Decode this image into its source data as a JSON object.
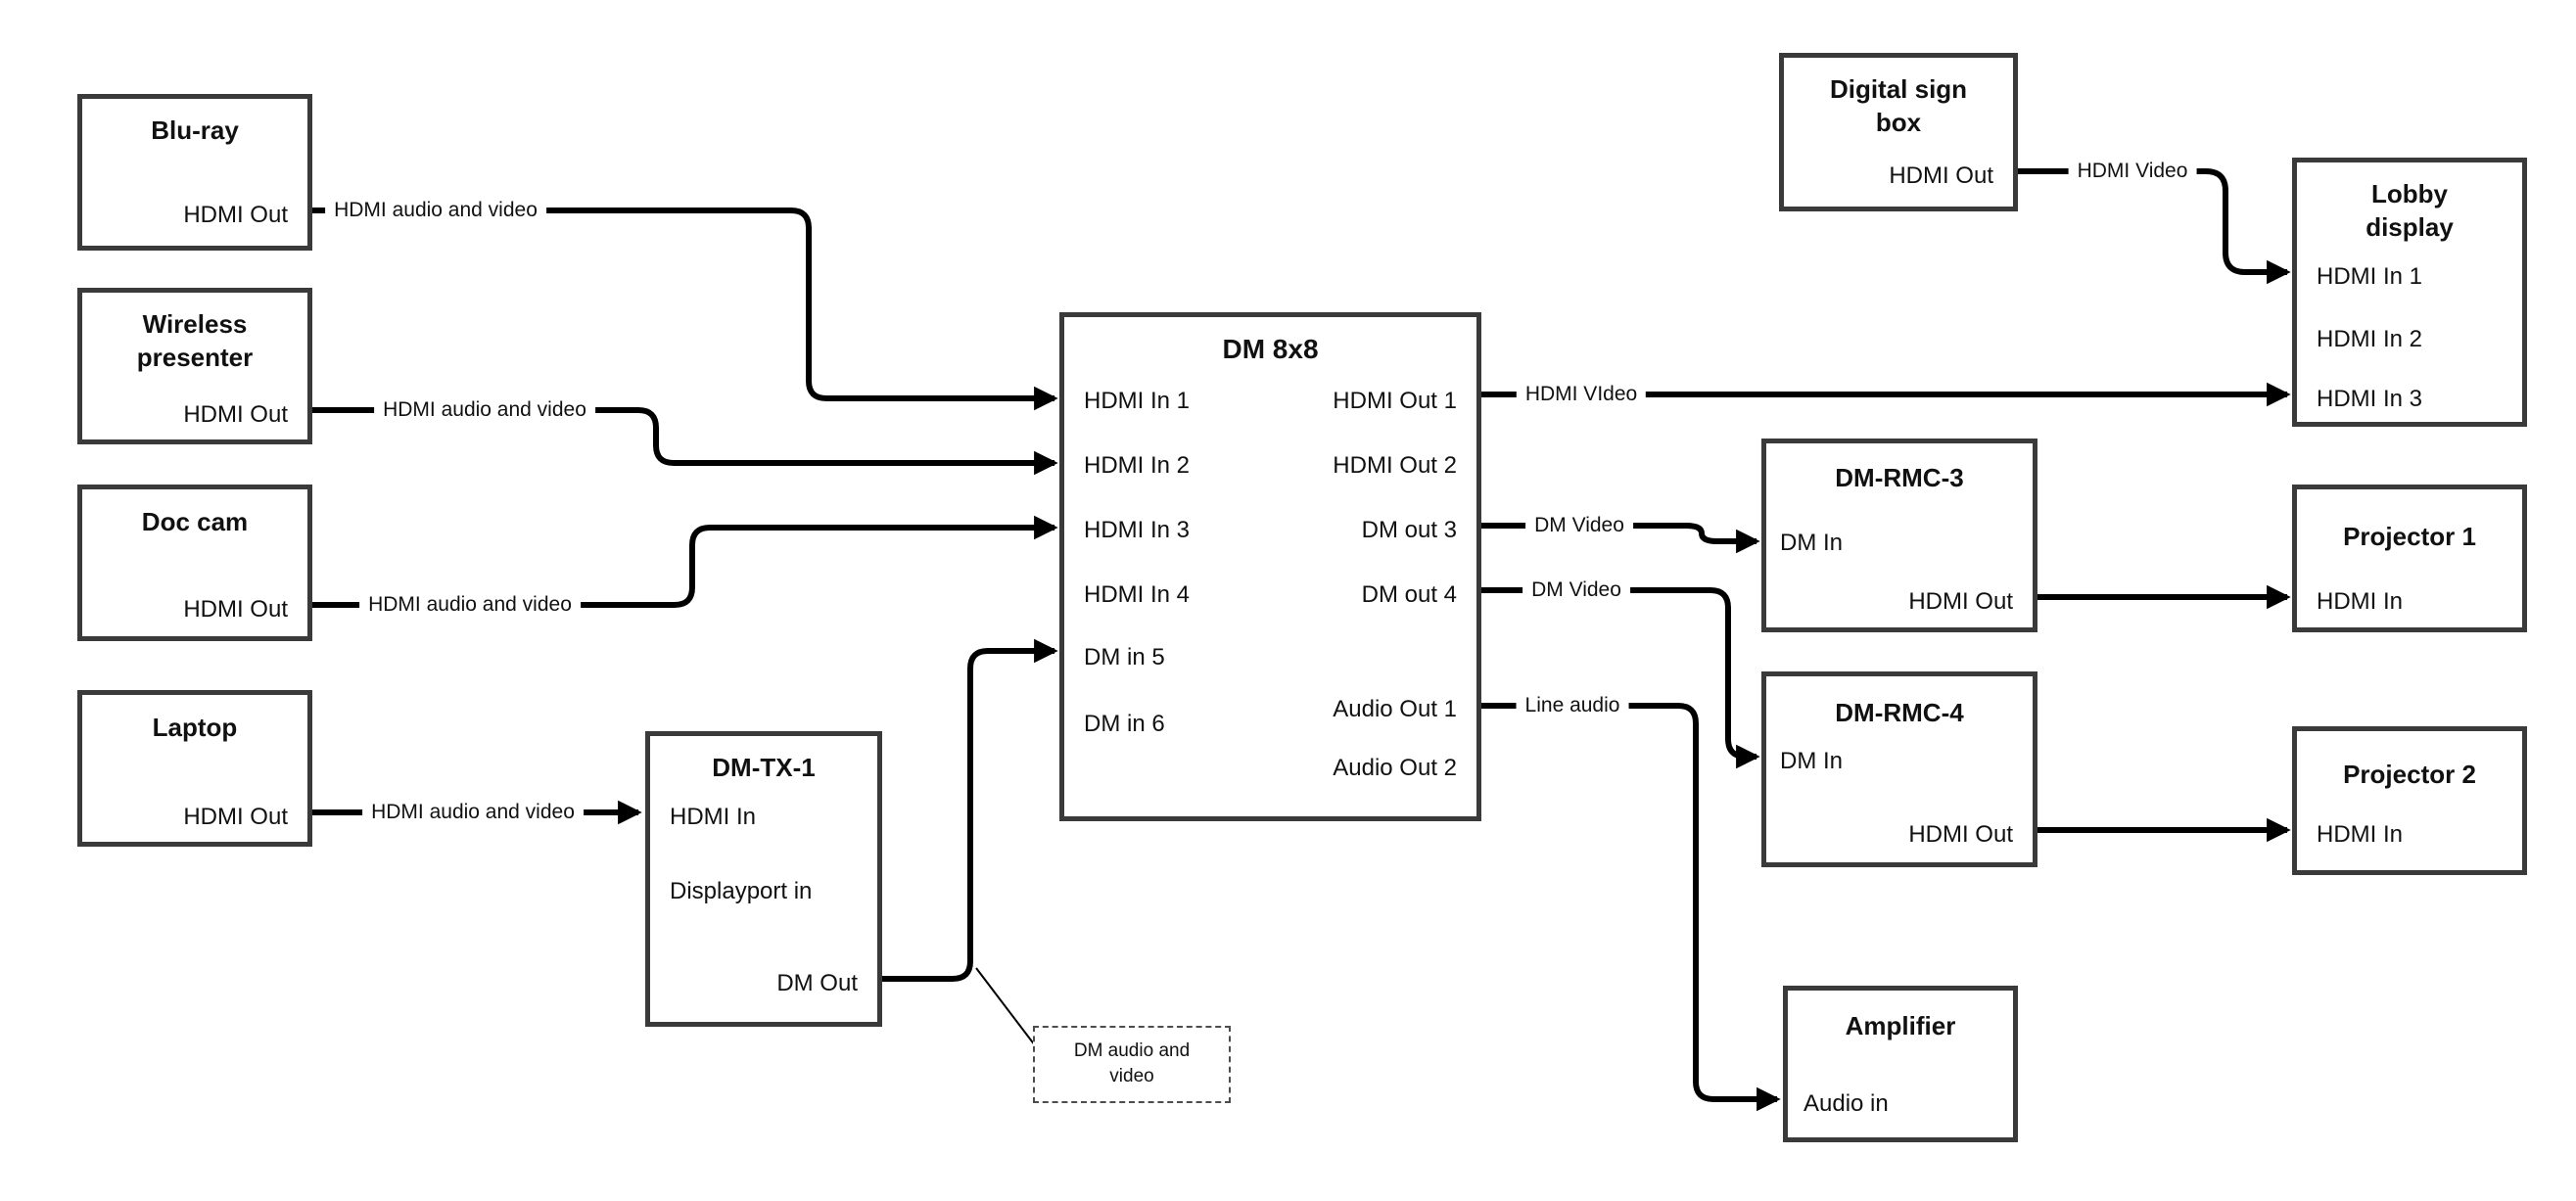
{
  "nodes": {
    "bluray": {
      "title": "Blu-ray",
      "port_hdmi_out": "HDMI Out"
    },
    "wireless": {
      "title": "Wireless\npresenter",
      "port_hdmi_out": "HDMI Out"
    },
    "doccam": {
      "title": "Doc cam",
      "port_hdmi_out": "HDMI Out"
    },
    "laptop": {
      "title": "Laptop",
      "port_hdmi_out": "HDMI Out"
    },
    "dmtx1": {
      "title": "DM-TX-1",
      "port_hdmi_in": "HDMI In",
      "port_dp_in": "Displayport in",
      "port_dm_out": "DM Out"
    },
    "dm8x8": {
      "title": "DM 8x8",
      "inputs": [
        "HDMI In 1",
        "HDMI In 2",
        "HDMI In 3",
        "HDMI In 4",
        "DM in 5",
        "DM in 6"
      ],
      "outputs": [
        "HDMI Out 1",
        "HDMI Out 2",
        "DM out 3",
        "DM out 4",
        "Audio Out 1",
        "Audio Out 2"
      ]
    },
    "digital_sign": {
      "title": "Digital sign\nbox",
      "port_hdmi_out": "HDMI Out"
    },
    "lobby": {
      "title": "Lobby\ndisplay",
      "ports": [
        "HDMI In 1",
        "HDMI In 2",
        "HDMI In 3"
      ]
    },
    "dmrmc3": {
      "title": "DM-RMC-3",
      "port_dm_in": "DM In",
      "port_hdmi_out": "HDMI Out"
    },
    "proj1": {
      "title": "Projector 1",
      "port_hdmi_in": "HDMI In"
    },
    "dmrmc4": {
      "title": "DM-RMC-4",
      "port_dm_in": "DM In",
      "port_hdmi_out": "HDMI Out"
    },
    "proj2": {
      "title": "Projector 2",
      "port_hdmi_in": "HDMI In"
    },
    "amplifier": {
      "title": "Amplifier",
      "port_audio_in": "Audio in"
    }
  },
  "wire_labels": {
    "bluray_wire": "HDMI audio and video",
    "wireless_wire": "HDMI audio and video",
    "doccam_wire": "HDMI audio and video",
    "laptop_wire": "HDMI audio and video",
    "hdmi_out1_wire": "HDMI VIdeo",
    "dm_out3_wire": "DM Video",
    "dm_out4_wire": "DM Video",
    "audio_out1_wire": "Line audio",
    "digital_sign_wire": "HDMI Video"
  },
  "note": {
    "text": "DM audio and\nvideo"
  },
  "colors": {
    "wire": "#000000",
    "box_border": "#3a3a3a",
    "text": "#111111",
    "background": "#ffffff"
  }
}
